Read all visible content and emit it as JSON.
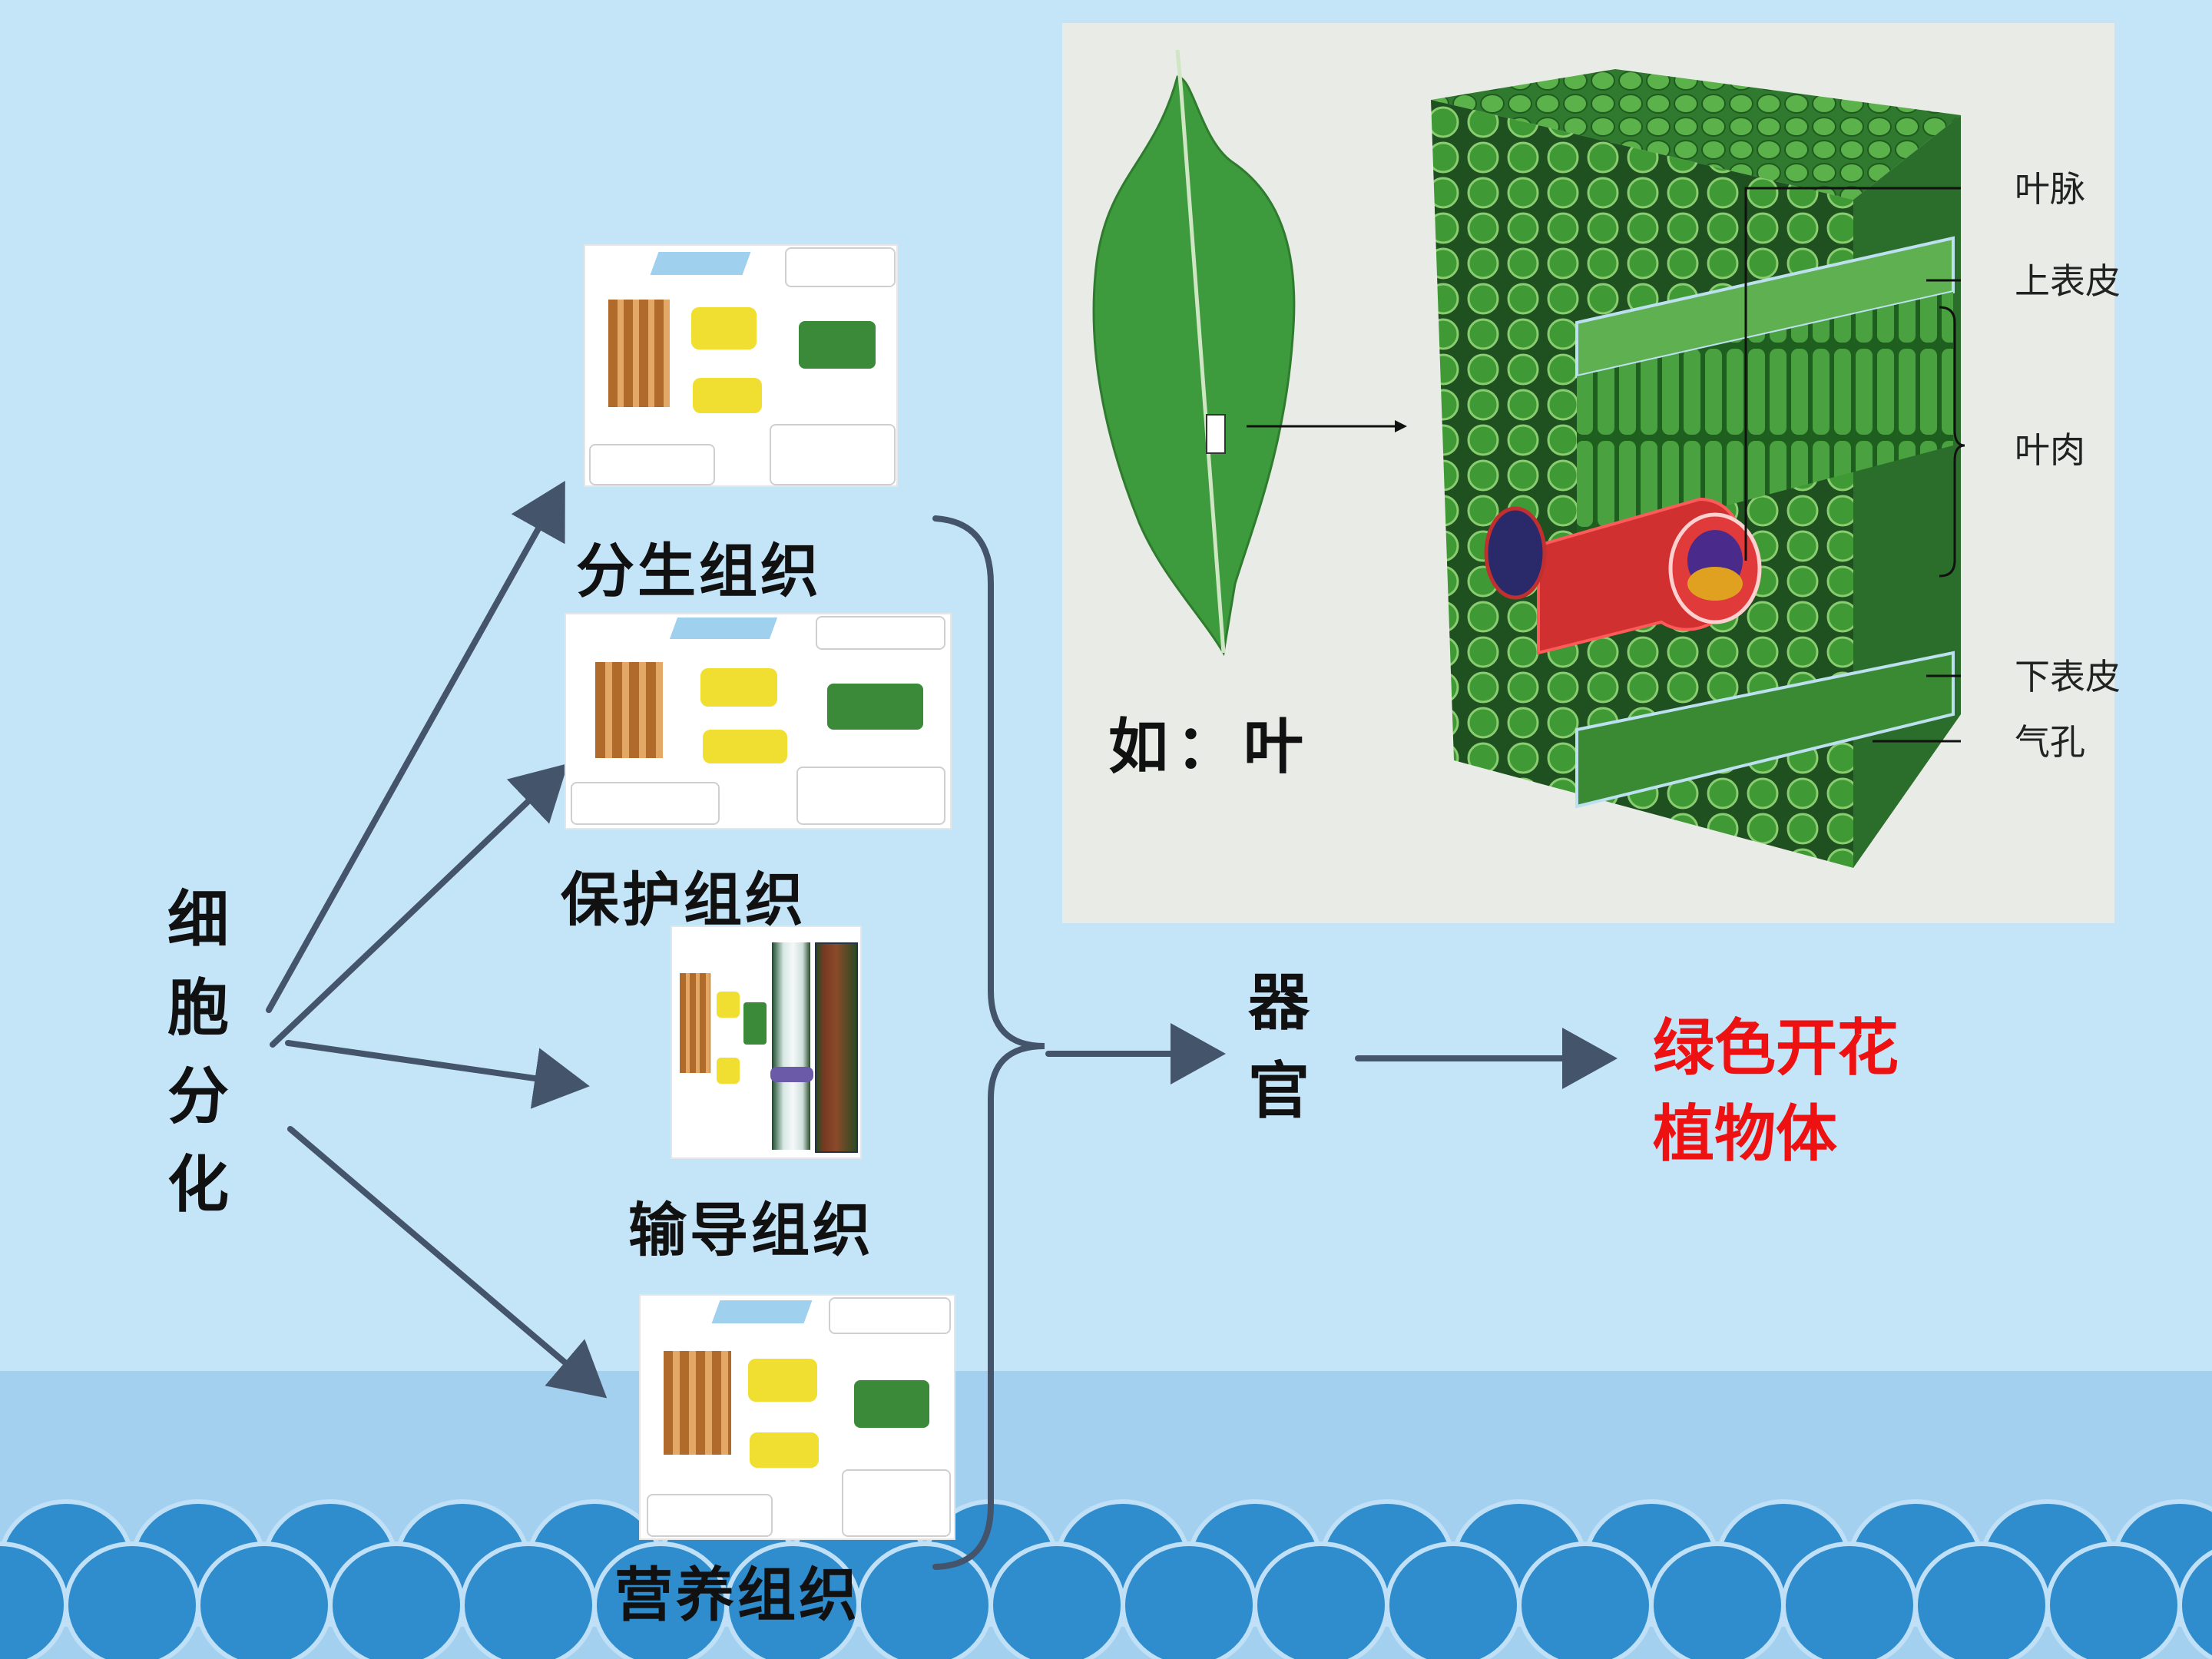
{
  "root": {
    "chars": [
      "细",
      "胞",
      "分",
      "化"
    ]
  },
  "tissues": [
    {
      "id": "meristem",
      "label": "分生组织"
    },
    {
      "id": "protective",
      "label": "保护组织"
    },
    {
      "id": "conducting",
      "label": "输导组织"
    },
    {
      "id": "nutritive",
      "label": "营养组织"
    }
  ],
  "organ": {
    "chars": [
      "器",
      "官"
    ]
  },
  "result": {
    "line1": "绿色开花",
    "line2": "植物体",
    "color": "#ee1111"
  },
  "example": {
    "caption": "如：叶",
    "labels": {
      "vein": "叶脉",
      "upper_epidermis": "上表皮",
      "mesophyll": "叶肉",
      "lower_epidermis": "下表皮",
      "stoma": "气孔"
    }
  },
  "colors": {
    "background": "#c4e4f8",
    "sea": "#a4d0f0",
    "waves": "#2e8bcf",
    "arrow": "#44546a",
    "leaf_green": "#3f9e3f"
  }
}
